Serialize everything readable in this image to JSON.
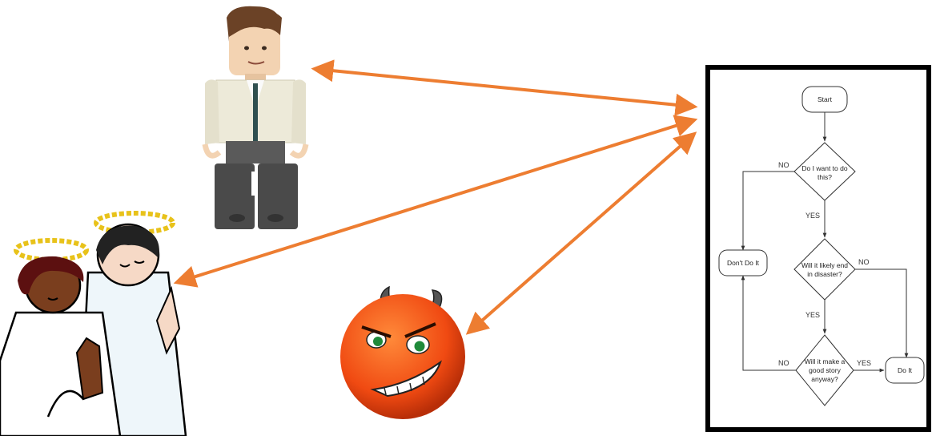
{
  "colors": {
    "arrow": "#ED7D31",
    "frame": "#000000",
    "devil_face": "#F04A12",
    "suit_jacket": "#EDEAD9",
    "pants": "#4A4A4A",
    "halo": "#E8C21A",
    "robe": "#EEF6FA"
  },
  "figures": {
    "person": "lego-businessman",
    "angels": "praying-angels",
    "devil": "devil-smiley"
  },
  "flowchart": {
    "start": "Start",
    "q1_line1": "Do I want to do",
    "q1_line2": "this?",
    "q2_line1": "Will it likely end",
    "q2_line2": "in disaster?",
    "q3_line1": "Will it make a",
    "q3_line2": "good story",
    "q3_line3": "anyway?",
    "dont": "Don't Do It",
    "doit": "Do It",
    "no1": "NO",
    "yes1": "YES",
    "no2": "NO",
    "yes2": "YES",
    "no3": "NO",
    "yes3": "YES"
  }
}
